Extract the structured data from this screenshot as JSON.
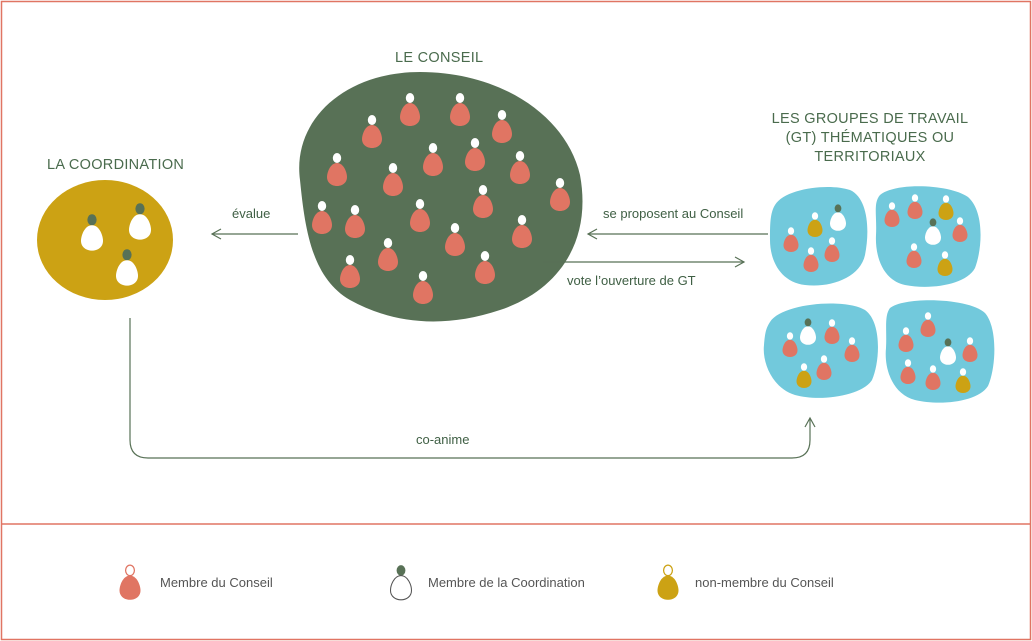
{
  "titles": {
    "conseil": "LE CONSEIL",
    "coordination": "LA COORDINATION",
    "groupes": [
      "LES GROUPES DE TRAVAIL",
      "(GT) THÉMATIQUES OU",
      "TERRITORIAUX"
    ]
  },
  "arrows": {
    "evalue": "évalue",
    "se_proposent": "se proposent au Conseil",
    "vote": "vote l’ouverture de GT",
    "co_anime": "co-anime"
  },
  "legend": [
    {
      "kind": "conseil",
      "label": "Membre du Conseil"
    },
    {
      "kind": "coordination",
      "label": "Membre de la Coordination"
    },
    {
      "kind": "non-membre",
      "label": "non-membre du Conseil"
    }
  ],
  "colors": {
    "frame": "#e07563",
    "conseil_blob": "#587156",
    "coordination_blob": "#cca214",
    "groupe_blob": "#72c9dc",
    "member_conseil": "#e07563",
    "member_coordination": "#ffffff",
    "non_membre": "#cca214",
    "head_coordination": "#587156",
    "line": "#587156"
  },
  "icons": {
    "member_conseil": "member-conseil-icon",
    "member_coordination": "member-coordination-icon",
    "non_membre": "non-membre-icon"
  }
}
